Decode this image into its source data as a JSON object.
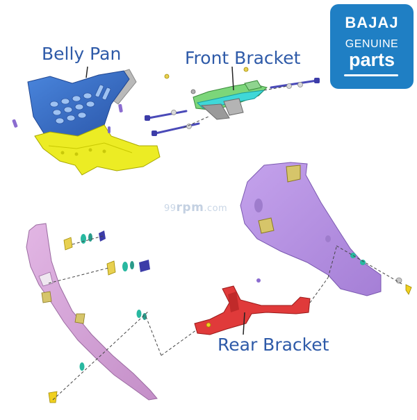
{
  "labels": {
    "belly_pan": "Belly Pan",
    "front_bracket": "Front Bracket",
    "rear_bracket": "Rear Bracket"
  },
  "watermark": {
    "prefix": "99",
    "main": "rpm",
    "suffix": ".com"
  },
  "logo": {
    "brand": "BAJAJ",
    "line1": "GENUINE",
    "line2": "parts"
  },
  "colors": {
    "label_text": "#2e5aa8",
    "logo_bg": "#1f7fc4",
    "belly_pan_blue": "#3b6fc8",
    "belly_pan_yellow": "#e8e81a",
    "cowl_purple": "#c8a6ea",
    "side_panel_pink": "#d9a8d8",
    "rear_bracket_red": "#e03a3a",
    "front_bracket_cyan": "#3fd8d8"
  }
}
